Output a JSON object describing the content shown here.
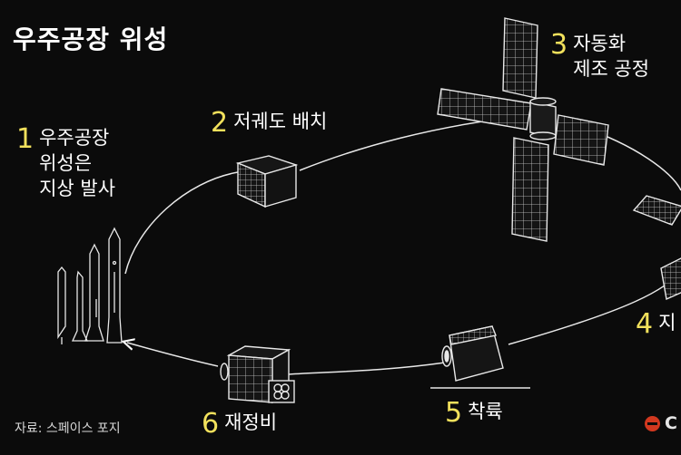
{
  "title": "우주공장 위성",
  "accent_color": "#f2e15c",
  "steps": [
    {
      "num": "1",
      "lines": [
        "우주공장",
        "위성은",
        "지상 발사"
      ]
    },
    {
      "num": "2",
      "lines": [
        "저궤도 배치"
      ]
    },
    {
      "num": "3",
      "lines": [
        "자동화",
        "제조 공정"
      ]
    },
    {
      "num": "4",
      "lines": [
        "지"
      ]
    },
    {
      "num": "5",
      "lines": [
        "착륙"
      ]
    },
    {
      "num": "6",
      "lines": [
        "재정비"
      ]
    }
  ],
  "source": "자료: 스페이스 포지",
  "logo": {
    "text": "C",
    "icon": "publisher-logo-icon"
  }
}
